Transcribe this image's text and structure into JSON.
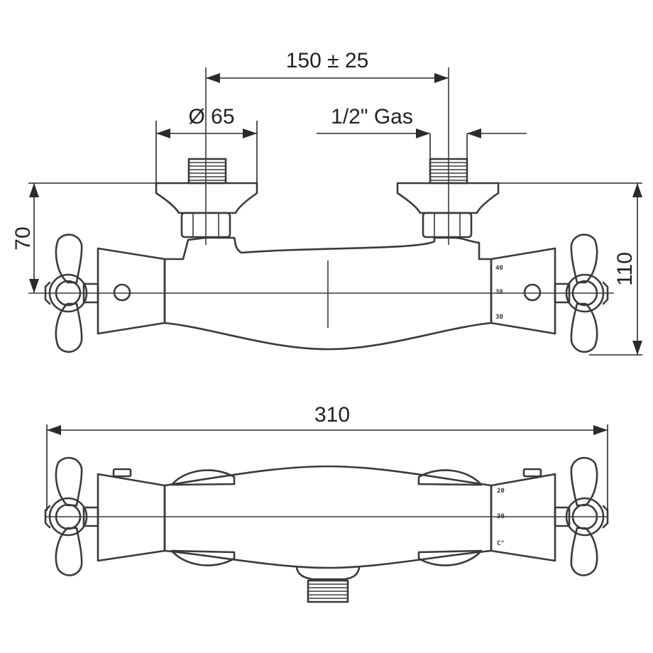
{
  "dimensions": {
    "spacing": "150 ± 25",
    "diameter": "Ø 65",
    "thread": "1/2\" Gas",
    "width": "310",
    "inlet_height": "70",
    "total_height": "110"
  },
  "scale_marks": {
    "front": [
      "40",
      "38",
      "30"
    ],
    "bottom": [
      "20",
      "30",
      "C°"
    ]
  },
  "colors": {
    "line": "#3a3a3a",
    "background": "#ffffff"
  },
  "views": [
    "front-view",
    "bottom-view"
  ],
  "icons": [
    "cross-handle-icon",
    "nut-icon",
    "threaded-nipple-icon"
  ]
}
